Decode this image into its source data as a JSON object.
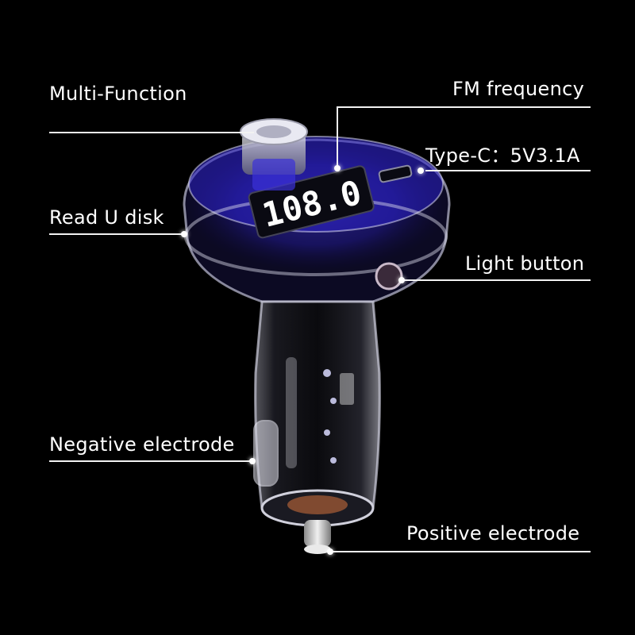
{
  "callouts": {
    "multi_function": "Multi-Function",
    "fm_frequency": "FM frequency",
    "type_c": "Type-C：5V3.1A",
    "read_u_disk": "Read U disk",
    "light_button": "Light button",
    "negative_electrode": "Negative electrode",
    "positive_electrode": "Positive electrode"
  },
  "display": {
    "frequency_readout": "108.0"
  },
  "colors": {
    "background": "#000000",
    "text": "#ffffff",
    "accent_blue": "#3a2cff"
  }
}
